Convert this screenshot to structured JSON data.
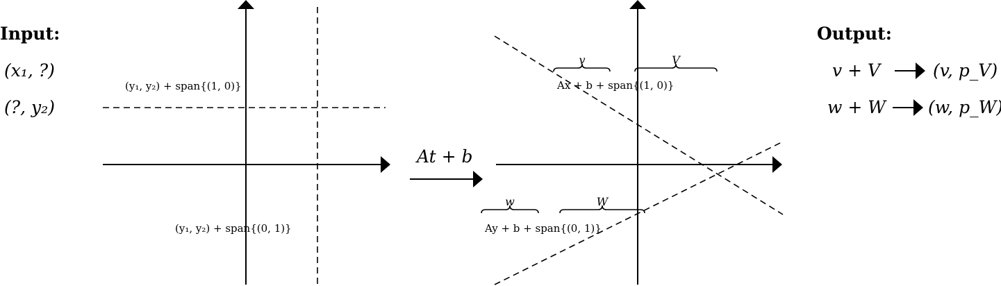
{
  "input": {
    "heading": "Input:",
    "items": [
      "(x₁, ?)",
      "(?, y₂)"
    ]
  },
  "left_plot": {
    "horizontal_line_label": "(y₁, y₂) + span{(1, 0)}",
    "vertical_line_label": "(y₁, y₂) + span{(0, 1)}"
  },
  "transform": {
    "label": "At + b"
  },
  "right_plot": {
    "top_label": "Ax + b + span{(1, 0)}",
    "top_brace_left": "v",
    "top_brace_right": "V",
    "bottom_label": "Ay + b + span{(0, 1)}",
    "bottom_brace_left": "w",
    "bottom_brace_right": "W"
  },
  "output": {
    "heading": "Output:",
    "rows": [
      {
        "lhs": "v + V",
        "rhs": "(v, p_V)"
      },
      {
        "lhs": "w + W",
        "rhs": "(w, p_W)"
      }
    ]
  }
}
